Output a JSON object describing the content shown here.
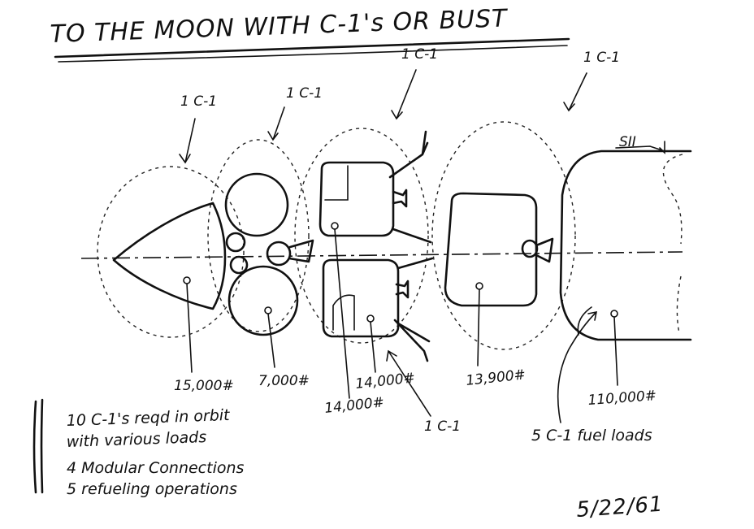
{
  "title": "TO THE MOON WITH C-1's OR BUST",
  "labels": {
    "cm_vehicle": "1 C-1",
    "sm_vehicle": "1 C-1",
    "lander_top_vehicle": "1 C-1",
    "tank_vehicle": "1 C-1",
    "lander_bottom_vehicle": "1 C-1",
    "fuel_loads": "5 C-1 fuel loads",
    "stage_tag": "SII"
  },
  "weights": {
    "cm": "15,000#",
    "sm": "7,000#",
    "lander_a": "14,000#",
    "lander_b": "14,000#",
    "tank": "13,900#",
    "stage": "110,000#"
  },
  "notes": {
    "line1": "10 C-1's reqd in orbit",
    "line2": "with various loads",
    "line3": "4 Modular Connections",
    "line4": "5 refueling operations"
  },
  "date": "5/22/61"
}
